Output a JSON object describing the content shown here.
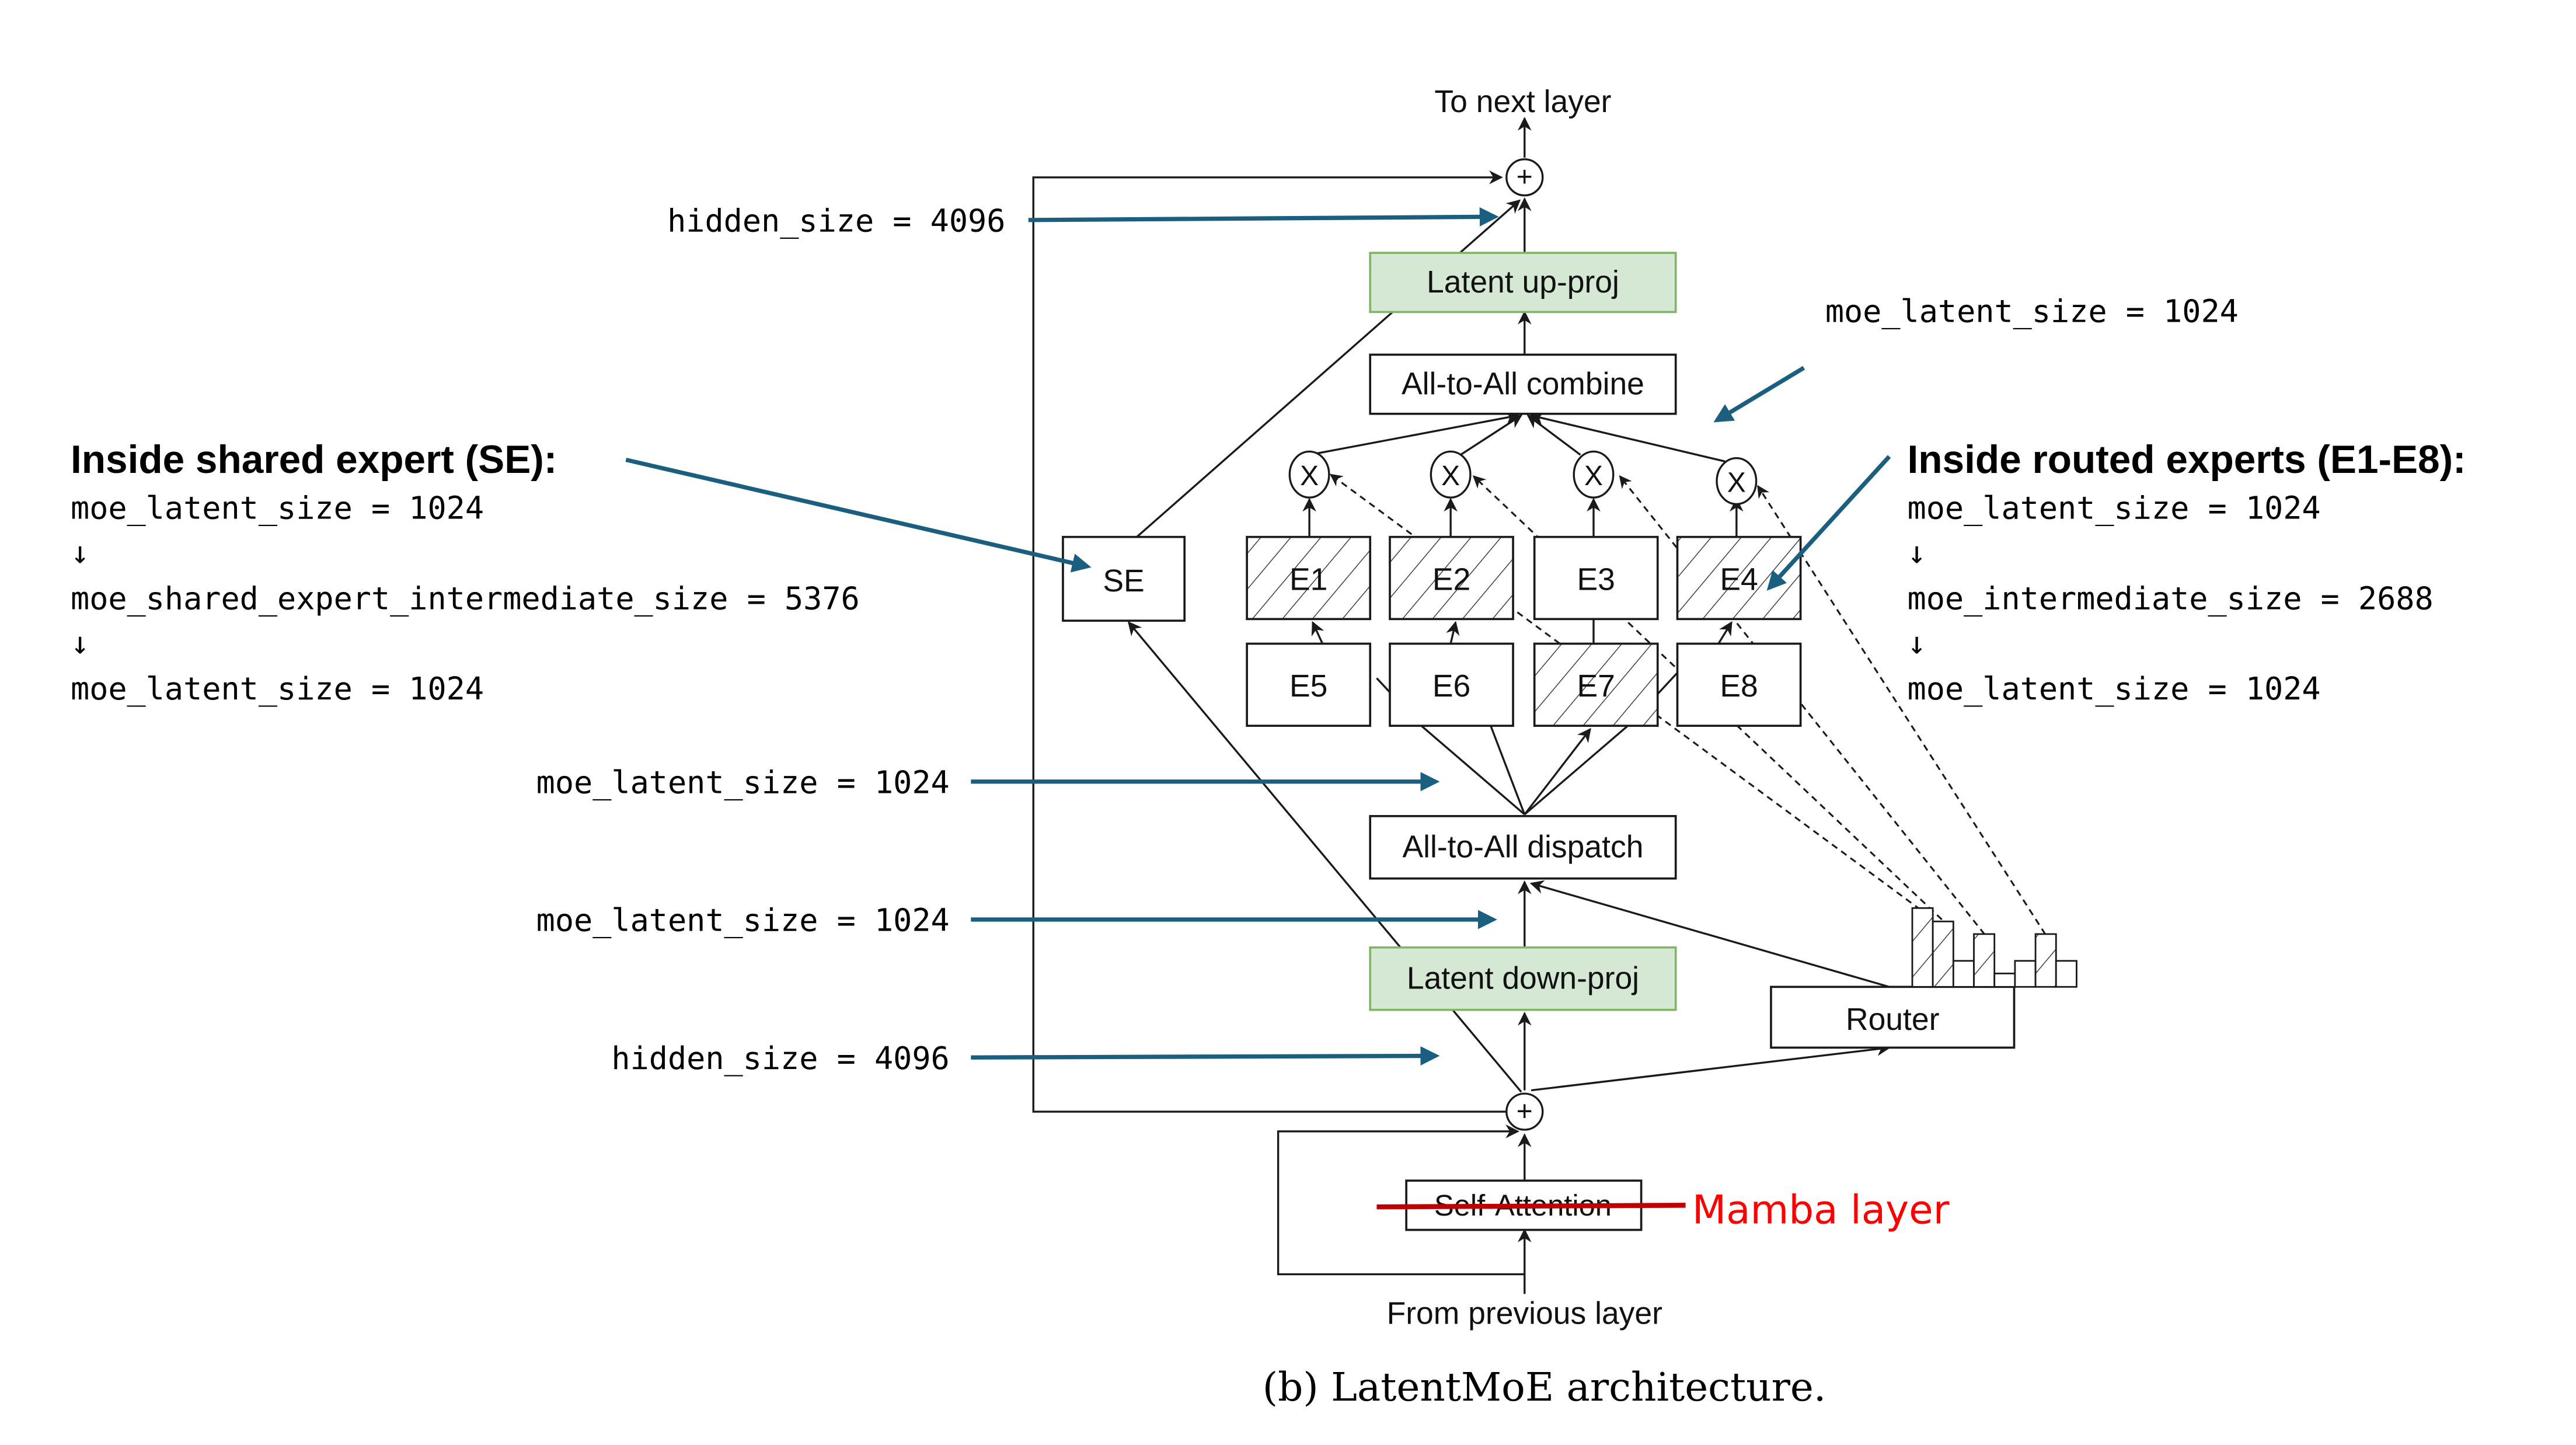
{
  "diagram": {
    "top_label": "To next layer",
    "bottom_label": "From previous layer",
    "caption": "(b) LatentMoE architecture.",
    "nodes": {
      "latent_up_proj": "Latent up-proj",
      "all_to_all_combine": "All-to-All combine",
      "all_to_all_dispatch": "All-to-All dispatch",
      "latent_down_proj": "Latent down-proj",
      "router": "Router",
      "shared_expert": "SE",
      "self_attention": "Self-Attention",
      "add_symbol": "+",
      "mul_symbol": "X"
    },
    "experts": [
      {
        "label": "E1",
        "selected": true
      },
      {
        "label": "E2",
        "selected": true
      },
      {
        "label": "E3",
        "selected": false
      },
      {
        "label": "E4",
        "selected": true
      },
      {
        "label": "E5",
        "selected": false
      },
      {
        "label": "E6",
        "selected": false
      },
      {
        "label": "E7",
        "selected": true
      },
      {
        "label": "E8",
        "selected": false
      }
    ],
    "router_histogram": {
      "description": "relative router scores per expert (hatched = selected top-k)",
      "values": [
        1.0,
        0.83,
        0.33,
        0.67,
        0.17,
        0.33,
        0.67,
        0.33
      ],
      "selected": [
        true,
        true,
        false,
        true,
        false,
        false,
        true,
        false
      ]
    },
    "replacement_label": "Mamba layer",
    "colors": {
      "annotation_arrow": "#1a5e80",
      "projection_fill": "#d5e8d4",
      "projection_border": "#82b366",
      "replacement": "#ff0000",
      "strike": "#c00000"
    }
  },
  "annotations": {
    "top_hidden": "hidden_size = 4096",
    "combine_latent": "moe_latent_size = 1024",
    "dispatch_out_latent": "moe_latent_size = 1024",
    "dispatch_in_latent": "moe_latent_size = 1024",
    "bottom_hidden": "hidden_size = 4096",
    "shared_expert": {
      "title": "Inside shared expert (SE):",
      "lines": [
        "moe_latent_size = 1024",
        "↓",
        "moe_shared_expert_intermediate_size = 5376",
        "↓",
        "moe_latent_size = 1024"
      ]
    },
    "routed_experts": {
      "title": "Inside routed experts (E1-E8):",
      "lines": [
        "moe_latent_size = 1024",
        "↓",
        "moe_intermediate_size = 2688",
        "↓",
        "moe_latent_size = 1024"
      ]
    }
  }
}
